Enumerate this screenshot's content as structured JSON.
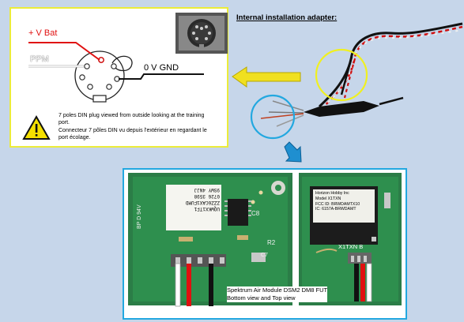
{
  "din_diagram": {
    "labels": {
      "v_bat": "+ V Bat",
      "ppm": "PPM",
      "gnd": "0 V GND"
    },
    "note_en": "7 poles DIN plug viewed from outside looking at the training port.",
    "note_fr": "Connecteur 7 pôles DIN vu depuis l'extérieur en regardant le port écolage.",
    "warning_icon": "warning-triangle-icon"
  },
  "adapter": {
    "title": "Internal installation adapter:"
  },
  "module": {
    "left_board_text": [
      "UQWKX1TF1",
      "ZZZ6CAX1FUMD",
      "0726 3598",
      "9SWY 4NJJ",
      "BP D 94V"
    ],
    "left_board_refs": [
      "R2",
      "C8",
      "C7"
    ],
    "right_board_lines": [
      "Horizon Hobby Inc",
      "Model X1TXN",
      "FCC ID: BRWDAMTX10",
      "IC: 6157A-BRWDAMT"
    ],
    "right_board_chip": "X1TXN B",
    "caption_line1": "Spektrum Air Module DSM2 DM8 FUT",
    "caption_line2": "Bottom view and Top view"
  },
  "colors": {
    "yellow_frame": "#ecec3a",
    "blue_frame": "#23a8e0",
    "background": "#c6d6ea",
    "wire_red": "#e01010",
    "wire_white": "#ffffff",
    "wire_black": "#111111",
    "pcb_green": "#2e8f4e"
  }
}
